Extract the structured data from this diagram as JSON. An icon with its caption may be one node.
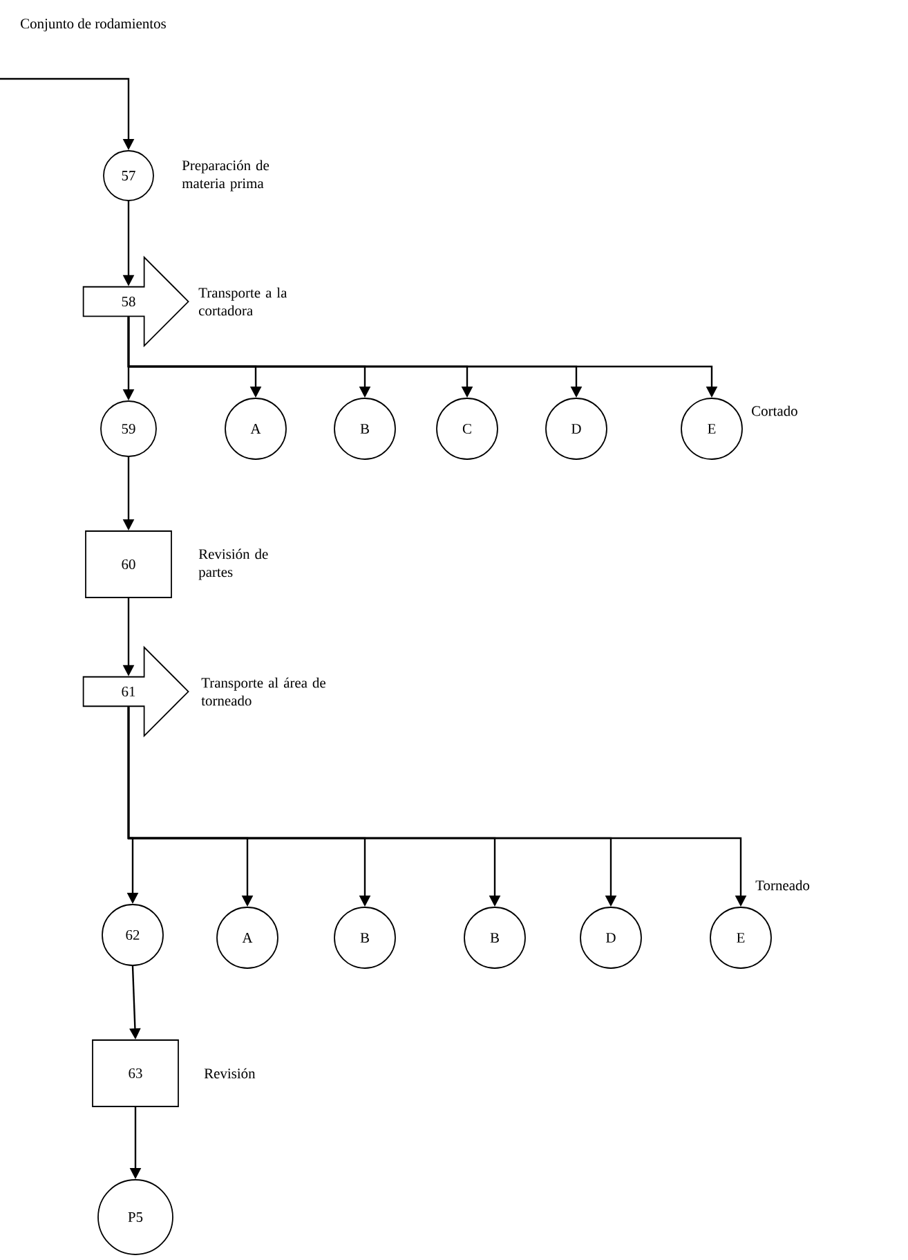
{
  "diagram": {
    "title": "Conjunto de rodamientos",
    "nodes": [
      {
        "text": [
          "57"
        ],
        "beside": [
          "Preparación de materia prima"
        ]
      },
      {
        "text": [
          "58"
        ],
        "beside": [
          "Transporte a la cortadora"
        ]
      },
      {
        "text": [
          "59"
        ]
      },
      {
        "text": [
          "A"
        ]
      },
      {
        "text": [
          "B"
        ]
      },
      {
        "text": [
          "C"
        ]
      },
      {
        "text": [
          "D"
        ]
      },
      {
        "text": [
          "E"
        ]
      },
      {
        "text": [
          "60"
        ],
        "beside": [
          "Revisión de partes"
        ]
      },
      {
        "text": [
          "61"
        ],
        "beside": [
          "Transporte al área de torneado"
        ]
      },
      {
        "text": [
          "62"
        ]
      },
      {
        "text": [
          "A"
        ]
      },
      {
        "text": [
          "B"
        ]
      },
      {
        "text": [
          "B"
        ]
      },
      {
        "text": [
          "D"
        ]
      },
      {
        "text": [
          "E"
        ]
      },
      {
        "text": [
          "63"
        ],
        "beside": [
          "Revisión"
        ]
      },
      {
        "text": [
          "P5"
        ]
      }
    ],
    "edges": [
      {
        "from": null,
        "to": 0,
        "arrow": "to"
      },
      {
        "from": 0,
        "to": 1,
        "arrow": "to"
      },
      {
        "from": 1,
        "to": 2,
        "arrow": "to"
      },
      {
        "from": 1,
        "to": 3,
        "arrow": "to"
      },
      {
        "from": 1,
        "to": 4,
        "arrow": "to"
      },
      {
        "from": 1,
        "to": 5,
        "arrow": "to"
      },
      {
        "from": 1,
        "to": 6,
        "arrow": "to"
      },
      {
        "from": 1,
        "to": 7,
        "arrow": "to"
      },
      {
        "from": 2,
        "to": 8,
        "arrow": "to"
      },
      {
        "from": 8,
        "to": 9,
        "arrow": "to"
      },
      {
        "from": 9,
        "to": 10,
        "arrow": "to"
      },
      {
        "from": 9,
        "to": 11,
        "arrow": "to"
      },
      {
        "from": 9,
        "to": 12,
        "arrow": "to"
      },
      {
        "from": 9,
        "to": 13,
        "arrow": "to"
      },
      {
        "from": 9,
        "to": 14,
        "arrow": "to"
      },
      {
        "from": 9,
        "to": 15,
        "arrow": "to"
      },
      {
        "from": 10,
        "to": 16,
        "arrow": "to"
      },
      {
        "from": 16,
        "to": 17,
        "arrow": "to"
      }
    ],
    "labels": [
      "Cortado",
      "Torneado"
    ]
  }
}
